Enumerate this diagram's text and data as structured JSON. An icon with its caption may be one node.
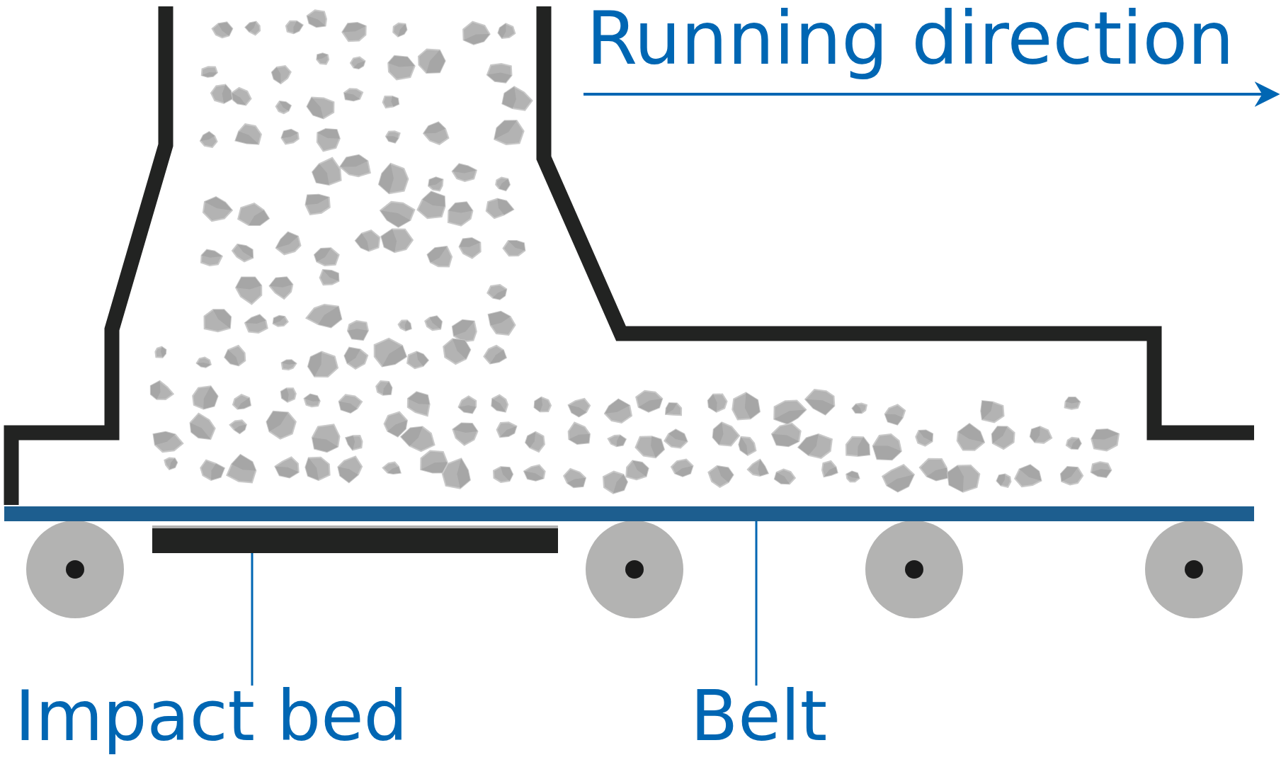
{
  "diagram": {
    "nodes": [
      {
        "text": [],
        "shape": "bar"
      },
      {
        "text": [],
        "shape": "bar"
      },
      {
        "text": [
          "Impact bed"
        ]
      },
      {
        "text": [
          "Belt"
        ]
      }
    ],
    "edges": [
      {
        "from": 2,
        "to": 1,
        "arrow": "none"
      },
      {
        "from": 3,
        "to": 0,
        "arrow": "none"
      }
    ],
    "labels": [
      "Running direction"
    ]
  }
}
